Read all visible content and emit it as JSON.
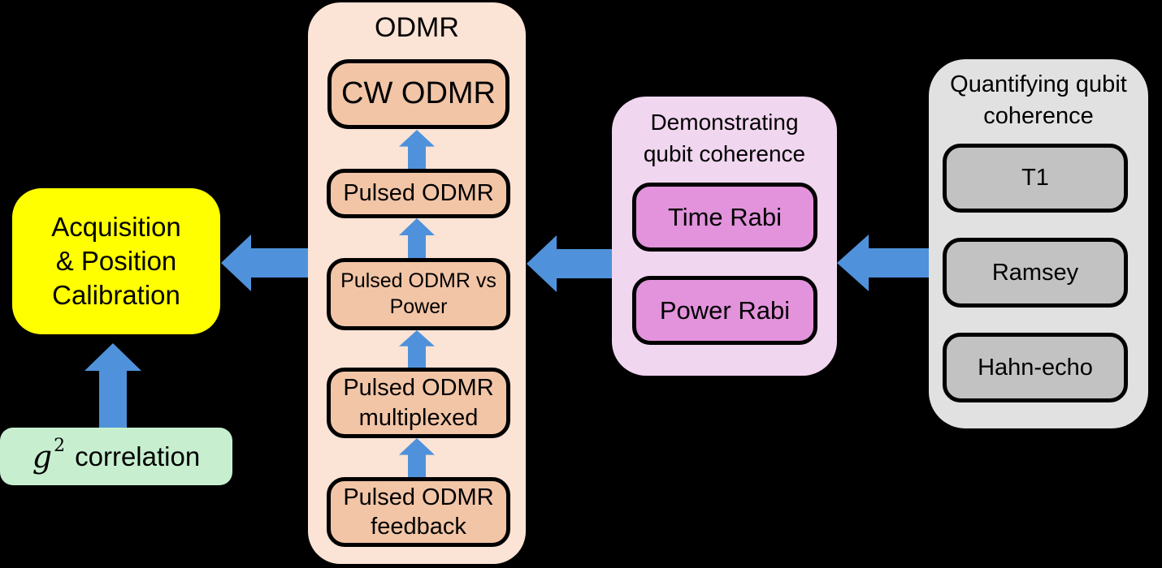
{
  "colors": {
    "background": "#000000",
    "arrow_blue": "#4F92DB",
    "acquisition_yellow": "#FFFF00",
    "g2_green": "#C7EFCF",
    "odmr_container_peach": "#FBE3D5",
    "odmr_step_peach": "#F2C5A7",
    "demonstrating_container_pink": "#F1D6F0",
    "rabi_box_pink": "#E293DC",
    "quantifying_container_gray": "#E1E1E1",
    "coherence_box_gray": "#C2C2C2",
    "box_border": "#000000",
    "text": "#000000"
  },
  "acquisition": {
    "lines": [
      "Acquisition",
      "& Position",
      "Calibration"
    ]
  },
  "g2": {
    "base": "g",
    "exponent": "2",
    "label": "correlation"
  },
  "odmr": {
    "title": "ODMR",
    "steps": [
      "CW ODMR",
      "Pulsed ODMR",
      "Pulsed ODMR vs Power",
      "Pulsed ODMR multiplexed",
      "Pulsed ODMR feedback"
    ]
  },
  "demonstrating": {
    "title": "Demonstrating qubit coherence",
    "items": [
      "Time Rabi",
      "Power Rabi"
    ]
  },
  "quantifying": {
    "title": "Quantifying qubit coherence",
    "items": [
      "T1",
      "Ramsey",
      "Hahn-echo"
    ]
  }
}
